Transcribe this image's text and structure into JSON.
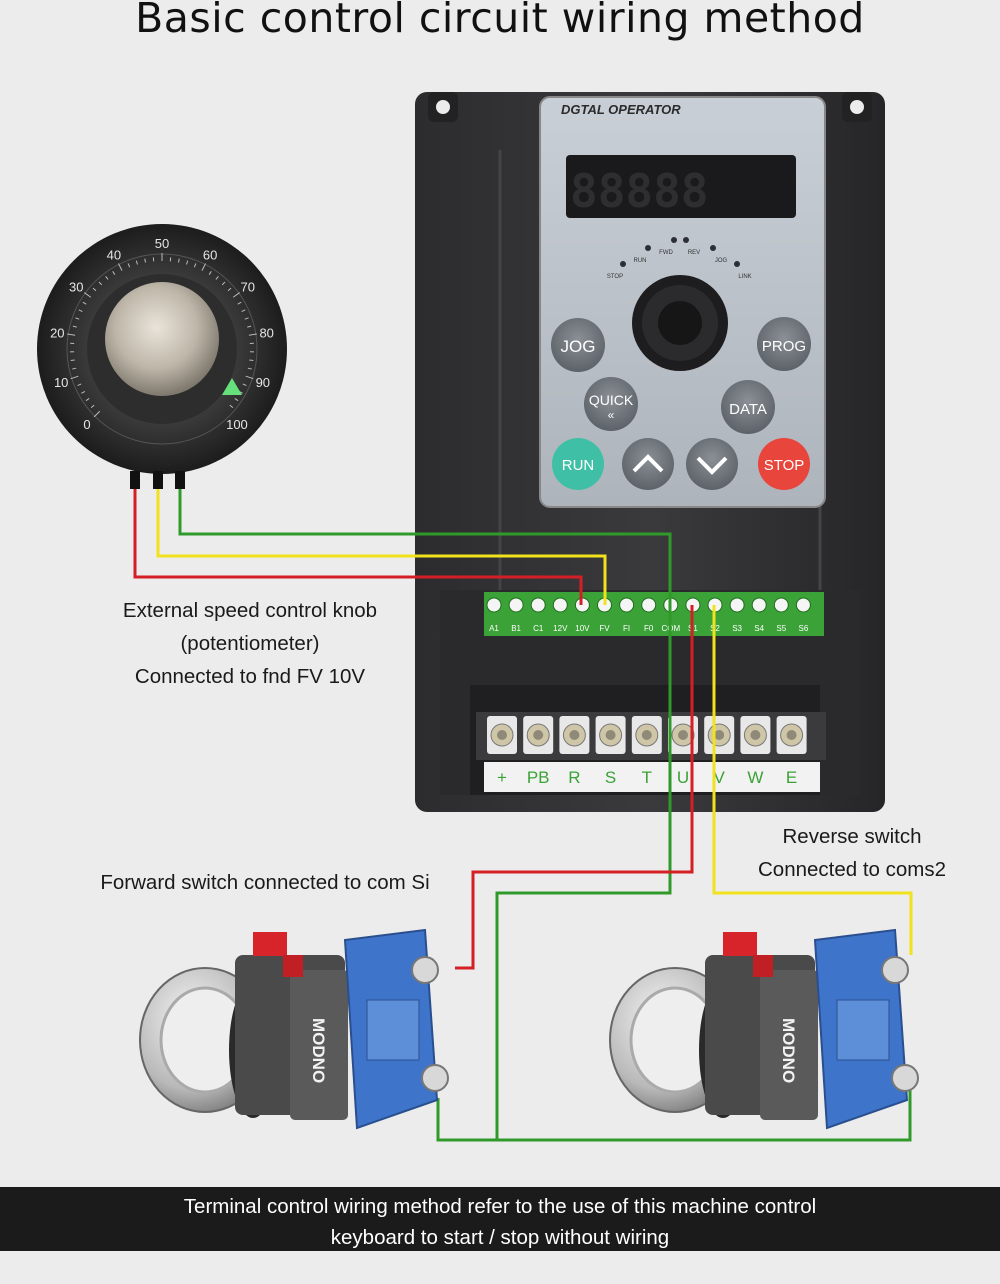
{
  "title": "Basic control circuit wiring method",
  "labels": {
    "knob_line1": "External speed control knob",
    "knob_line2": "(potentiometer)",
    "knob_line3": "Connected to fnd FV 10V",
    "forward": "Forward switch connected to com Si",
    "reverse_line1": "Reverse switch",
    "reverse_line2": "Connected to coms2"
  },
  "banner": {
    "line1": "Terminal control wiring method refer to the use of this machine control",
    "line2": "keyboard to start / stop without wiring"
  },
  "operator": {
    "header": "DGTAL OPERATOR",
    "indicators": [
      "STOP",
      "RUN",
      "FWD",
      "REV",
      "JOG",
      "LINK"
    ],
    "buttons": {
      "jog": "JOG",
      "prog": "PROG",
      "quick": "QUICK",
      "quick_sub": "«",
      "data": "DATA",
      "run": "RUN",
      "stop": "STOP"
    }
  },
  "knob": {
    "scale": [
      "0",
      "10",
      "20",
      "30",
      "40",
      "50",
      "60",
      "70",
      "80",
      "90",
      "100"
    ]
  },
  "control_terminals": [
    "A1",
    "B1",
    "C1",
    "12V",
    "10V",
    "FV",
    "FI",
    "F0",
    "COM",
    "S1",
    "S2",
    "S3",
    "S4",
    "S5",
    "S6"
  ],
  "power_terminals": [
    "+",
    "PB",
    "R",
    "S",
    "T",
    "U",
    "V",
    "W",
    "E"
  ],
  "switch_brand": "MODNO",
  "colors": {
    "red_wire": "#d41f26",
    "yellow_wire": "#f2e21d",
    "green_wire": "#2f9a2a",
    "terminal_green": "#3aa236",
    "run": "#3fc0a6",
    "stop": "#e8453c"
  }
}
